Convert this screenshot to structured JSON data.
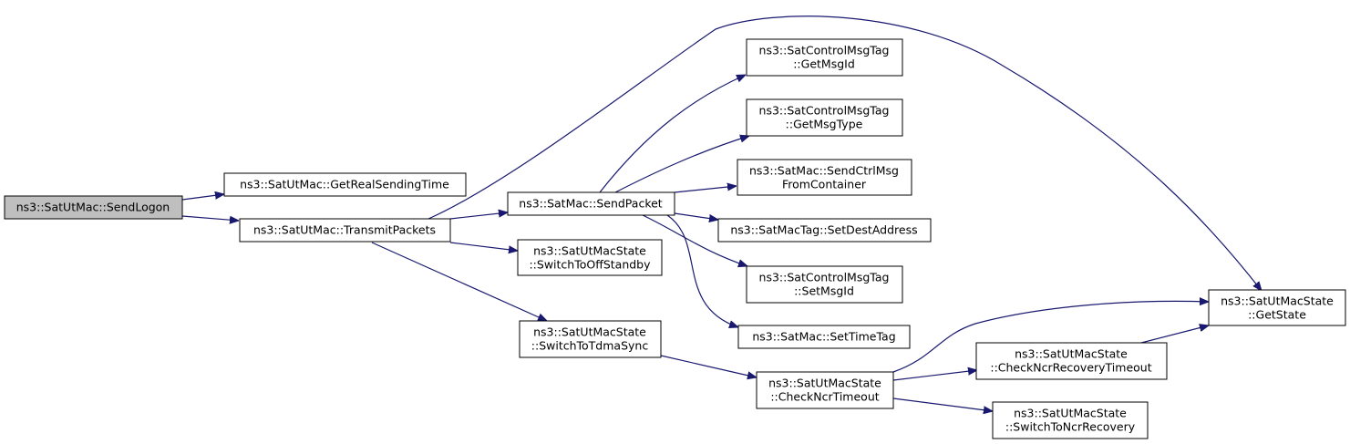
{
  "colors": {
    "edge": "#191970",
    "root_fill": "#bfbfbf",
    "node_fill": "#ffffff",
    "border": "#000000"
  },
  "nodes": {
    "send_logon": [
      "ns3::SatUtMac::SendLogon"
    ],
    "get_real_sending_time": [
      "ns3::SatUtMac::GetRealSendingTime"
    ],
    "transmit_packets": [
      "ns3::SatUtMac::TransmitPackets"
    ],
    "send_packet": [
      "ns3::SatMac::SendPacket"
    ],
    "switch_to_off_standby": [
      "ns3::SatUtMacState",
      "::SwitchToOffStandby"
    ],
    "switch_to_tdma_sync": [
      "ns3::SatUtMacState",
      "::SwitchToTdmaSync"
    ],
    "get_msg_id": [
      "ns3::SatControlMsgTag",
      "::GetMsgId"
    ],
    "get_msg_type": [
      "ns3::SatControlMsgTag",
      "::GetMsgType"
    ],
    "send_ctrl_msg": [
      "ns3::SatMac::SendCtrlMsg",
      "FromContainer"
    ],
    "set_dest_address": [
      "ns3::SatMacTag::SetDestAddress"
    ],
    "set_msg_id": [
      "ns3::SatControlMsgTag",
      "::SetMsgId"
    ],
    "set_time_tag": [
      "ns3::SatMac::SetTimeTag"
    ],
    "check_ncr_timeout": [
      "ns3::SatUtMacState",
      "::CheckNcrTimeout"
    ],
    "check_ncr_recovery_timeout": [
      "ns3::SatUtMacState",
      "::CheckNcrRecoveryTimeout"
    ],
    "switch_to_ncr_recovery": [
      "ns3::SatUtMacState",
      "::SwitchToNcrRecovery"
    ],
    "get_state": [
      "ns3::SatUtMacState",
      "::GetState"
    ]
  },
  "edges": [
    [
      "send_logon",
      "get_real_sending_time"
    ],
    [
      "send_logon",
      "transmit_packets"
    ],
    [
      "transmit_packets",
      "send_packet"
    ],
    [
      "transmit_packets",
      "switch_to_off_standby"
    ],
    [
      "transmit_packets",
      "switch_to_tdma_sync"
    ],
    [
      "transmit_packets",
      "get_state"
    ],
    [
      "send_packet",
      "get_msg_id"
    ],
    [
      "send_packet",
      "get_msg_type"
    ],
    [
      "send_packet",
      "send_ctrl_msg"
    ],
    [
      "send_packet",
      "set_dest_address"
    ],
    [
      "send_packet",
      "set_msg_id"
    ],
    [
      "send_packet",
      "set_time_tag"
    ],
    [
      "switch_to_tdma_sync",
      "check_ncr_timeout"
    ],
    [
      "check_ncr_timeout",
      "get_state"
    ],
    [
      "check_ncr_timeout",
      "check_ncr_recovery_timeout"
    ],
    [
      "check_ncr_timeout",
      "switch_to_ncr_recovery"
    ],
    [
      "check_ncr_recovery_timeout",
      "get_state"
    ]
  ]
}
